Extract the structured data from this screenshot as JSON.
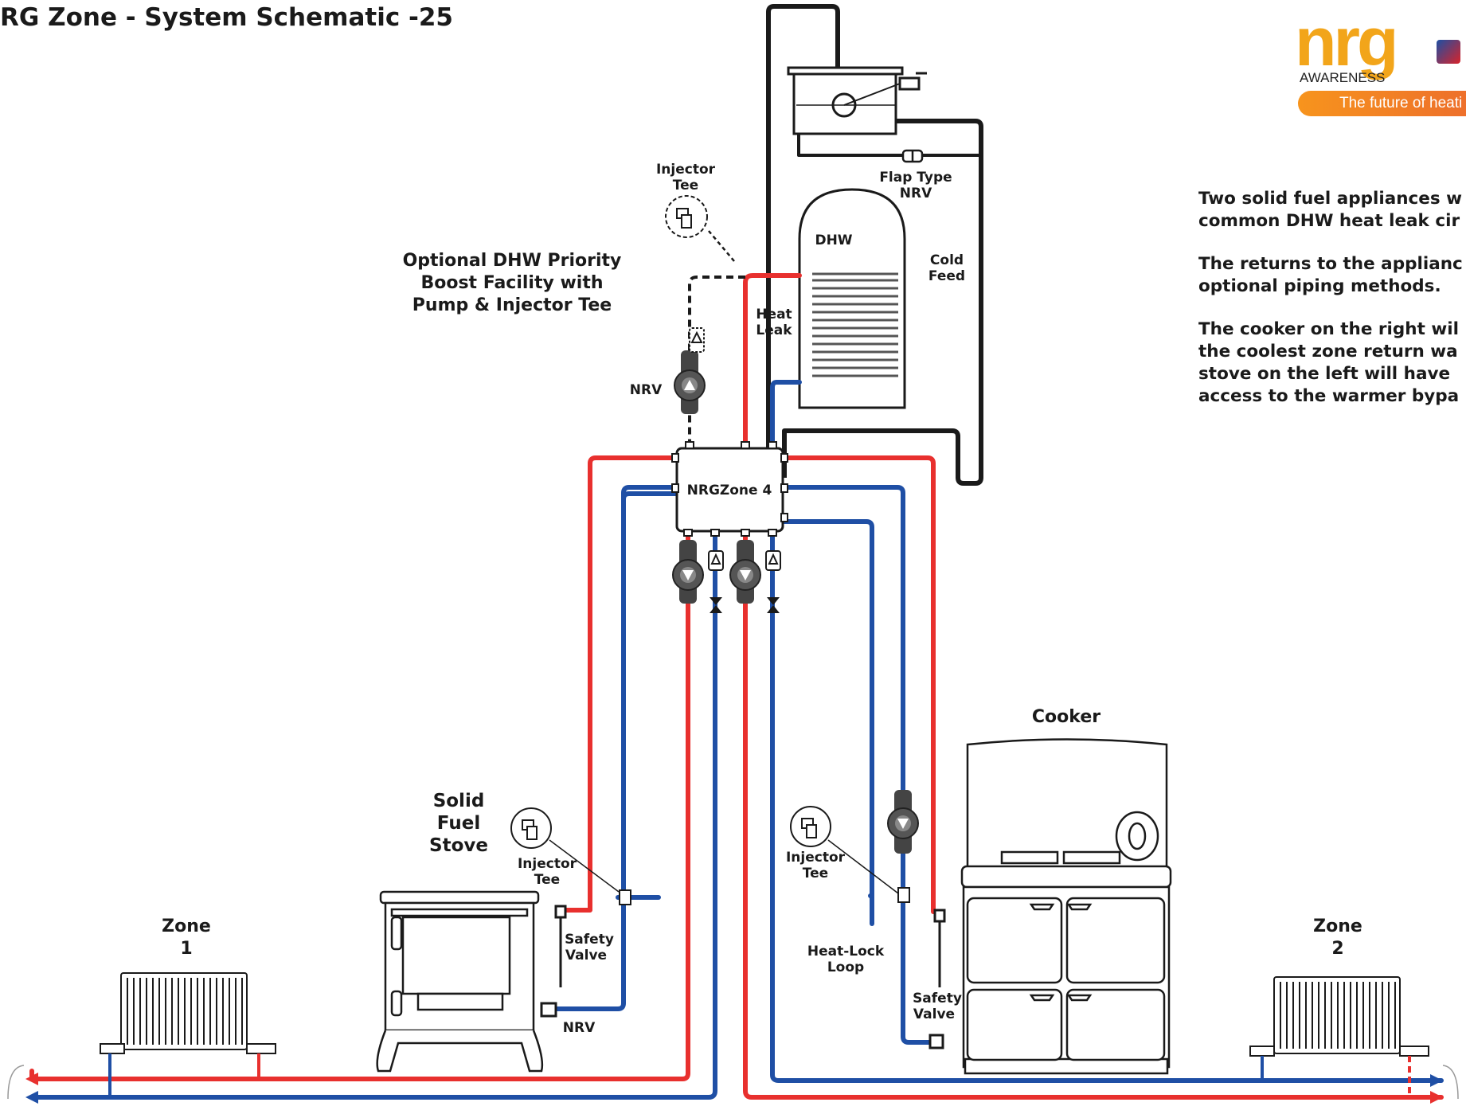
{
  "title": "RG Zone - System Schematic -25",
  "logo": {
    "brand": "nrg",
    "sub": "AWARENESS",
    "tagline": "The future of heati"
  },
  "description": [
    "Two solid fuel appliances w",
    "common DHW heat leak cir",
    "The returns to the applianc",
    "optional piping methods.",
    "The cooker on the right wil",
    "the coolest zone return wa",
    "stove on the left will have",
    "access to the warmer bypa"
  ],
  "labels": {
    "injector_tee_top_1": "Injector",
    "injector_tee_top_2": "Tee",
    "flap_nrv_1": "Flap Type",
    "flap_nrv_2": "NRV",
    "dhw": "DHW",
    "cold_feed_1": "Cold",
    "cold_feed_2": "Feed",
    "heat_leak_1": "Heat",
    "heat_leak_2": "Leak",
    "boost_1": "Optional DHW Priority",
    "boost_2": "Boost Facility with",
    "boost_3": "Pump & Injector Tee",
    "nrv_top": "NRV",
    "nrgzone": "NRGZone 4",
    "cooker": "Cooker",
    "stove_1": "Solid",
    "stove_2": "Fuel",
    "stove_3": "Stove",
    "inj_left_1": "Injector",
    "inj_left_2": "Tee",
    "inj_right_1": "Injector",
    "inj_right_2": "Tee",
    "safety_left_1": "Safety",
    "safety_left_2": "Valve",
    "safety_right_1": "Safety",
    "safety_right_2": "Valve",
    "nrv_bottom": "NRV",
    "heatlock_1": "Heat-Lock",
    "heatlock_2": "Loop",
    "zone1_1": "Zone",
    "zone1_2": "1",
    "zone2_1": "Zone",
    "zone2_2": "2"
  },
  "colors": {
    "flow": "#e8302e",
    "return": "#1f4fa5",
    "outline": "#1a1a1a"
  }
}
